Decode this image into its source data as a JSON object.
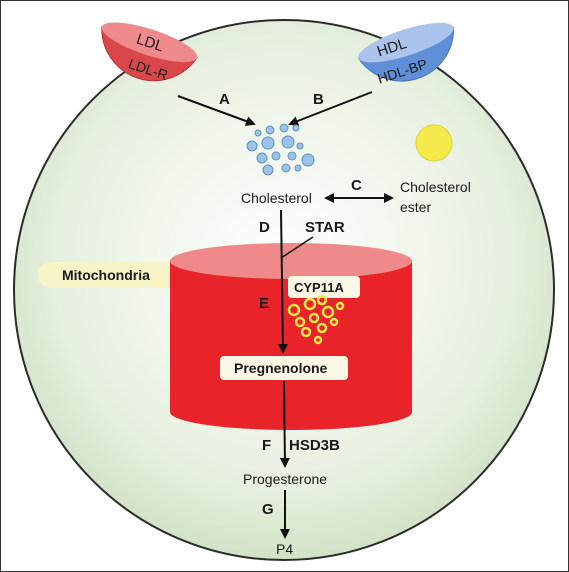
{
  "lipoproteins": {
    "ldl": {
      "name": "LDL",
      "receptor": "LDL-R",
      "color": "#d9474b",
      "light_color": "#ef8a8c"
    },
    "hdl": {
      "name": "HDL",
      "receptor": "HDL-BP",
      "color": "#5f8fd6",
      "light_color": "#aac4ee"
    }
  },
  "steps": {
    "a": "A",
    "b": "B",
    "c": "C",
    "d": "D",
    "e": "E",
    "f": "F",
    "g": "G"
  },
  "molecules": {
    "cholesterol": "Cholesterol",
    "cholesterol_ester_line1": "Cholesterol",
    "cholesterol_ester_line2": "ester",
    "pregnenolone": "Pregnenolone",
    "progesterone": "Progesterone",
    "p4": "P4"
  },
  "enzymes": {
    "star": "STAR",
    "cyp11a": "CYP11A",
    "hsd3b": "HSD3B"
  },
  "organelles": {
    "mitochondria": "Mitochondria"
  },
  "colors": {
    "cell_fill": "#dcebd3",
    "cell_border": "#2b2b2b",
    "mito_red": "#e8242a",
    "mito_top": "#f08a8a",
    "lipid_droplet": "#f5ea4b",
    "cholesterol_bubble": "#9cc3ea",
    "label_box": "#fdf7e6",
    "mito_label_bg": "#f7f4c8"
  }
}
